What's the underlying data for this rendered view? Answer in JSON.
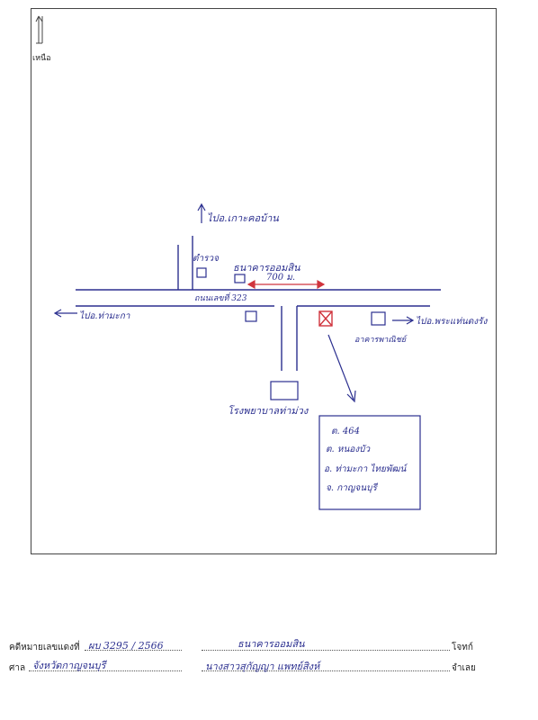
{
  "map": {
    "north_label": "เหนือ",
    "road_labels": {
      "north": "ไปอ.เกาะคอบ้าน",
      "west": "ไปอ.ท่ามะกา",
      "east": "ไปอ.พระแท่นดงรัง",
      "main_road": "ถนนเลขที่ 323"
    },
    "places": {
      "police": "ตำรวจ",
      "bank": "ธนาคารออมสิน",
      "distance": "700 ม.",
      "hospital": "โรงพยาบาลท่าม่วง",
      "shophouse": "อาคารพาณิชย์"
    },
    "address_box": {
      "line1": "ต. 464",
      "line2": "ต. หนองบัว",
      "line3": "อ. ท่ามะกา ไทยพัฒน์",
      "line4": "จ. กาญจนบุรี"
    }
  },
  "footer": {
    "case_label": "คดีหมายเลขแดงที่",
    "case_value": "ผบ 3295 / 2566",
    "bank_value": "ธนาคารออมสิน",
    "plaintiff_suffix": "โจทก์",
    "court_label": "ศาล",
    "court_value": "จังหวัดกาญจนบุรี",
    "defendant_value": "นางสาวสุกัญญา แพทย์สิงห์",
    "defendant_suffix": "จำเลย"
  },
  "colors": {
    "ink": "#2b2f8f",
    "marker": "#d0343d",
    "frame": "#444444"
  }
}
